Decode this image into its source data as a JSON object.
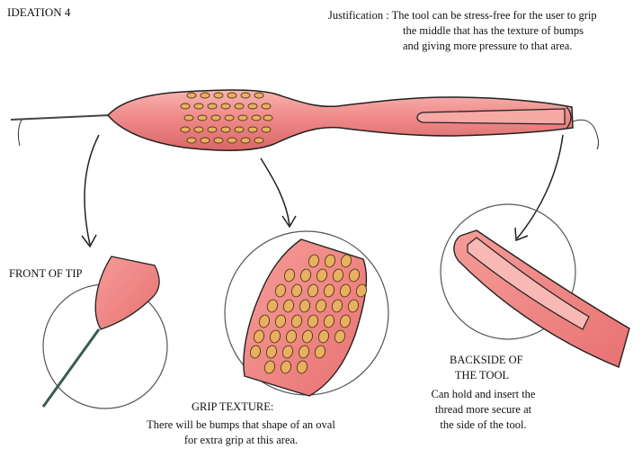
{
  "title": "IDEATION 4",
  "justification": {
    "label": "Justification :",
    "lines": [
      "The tool can be stress-free for the user to grip",
      "the middle that has the texture of bumps",
      "and giving more pressure to that area."
    ]
  },
  "callouts": {
    "front": {
      "heading": "FRONT OF TIP"
    },
    "grip": {
      "heading": "GRIP TEXTURE:",
      "lines": [
        "There will be bumps that shape of an oval",
        "for extra grip at this area."
      ]
    },
    "back": {
      "heading_lines": [
        "BACKSIDE OF",
        "THE TOOL"
      ],
      "lines": [
        "Can hold and insert the",
        "thread more secure at",
        "the side of the tool."
      ]
    }
  },
  "colors": {
    "body": "#f08a8a",
    "body_light": "#f6b0ac",
    "body_dark": "#d86262",
    "bump": "#e8b060",
    "outline": "#222222"
  }
}
